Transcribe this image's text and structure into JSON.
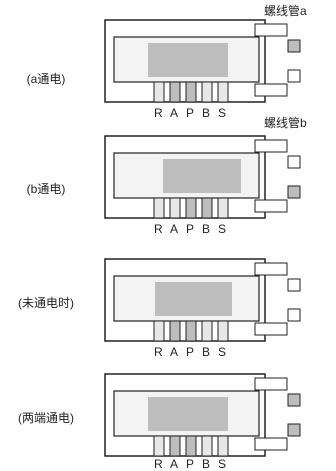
{
  "coils": {
    "a": "螺线管a",
    "b": "螺线管b"
  },
  "ports": [
    "R",
    "A",
    "P",
    "B",
    "S"
  ],
  "states": [
    {
      "label": "(a通电)"
    },
    {
      "label": "(b通电)"
    },
    {
      "label": "(未通电时)"
    },
    {
      "label": "(两端通电)"
    }
  ]
}
